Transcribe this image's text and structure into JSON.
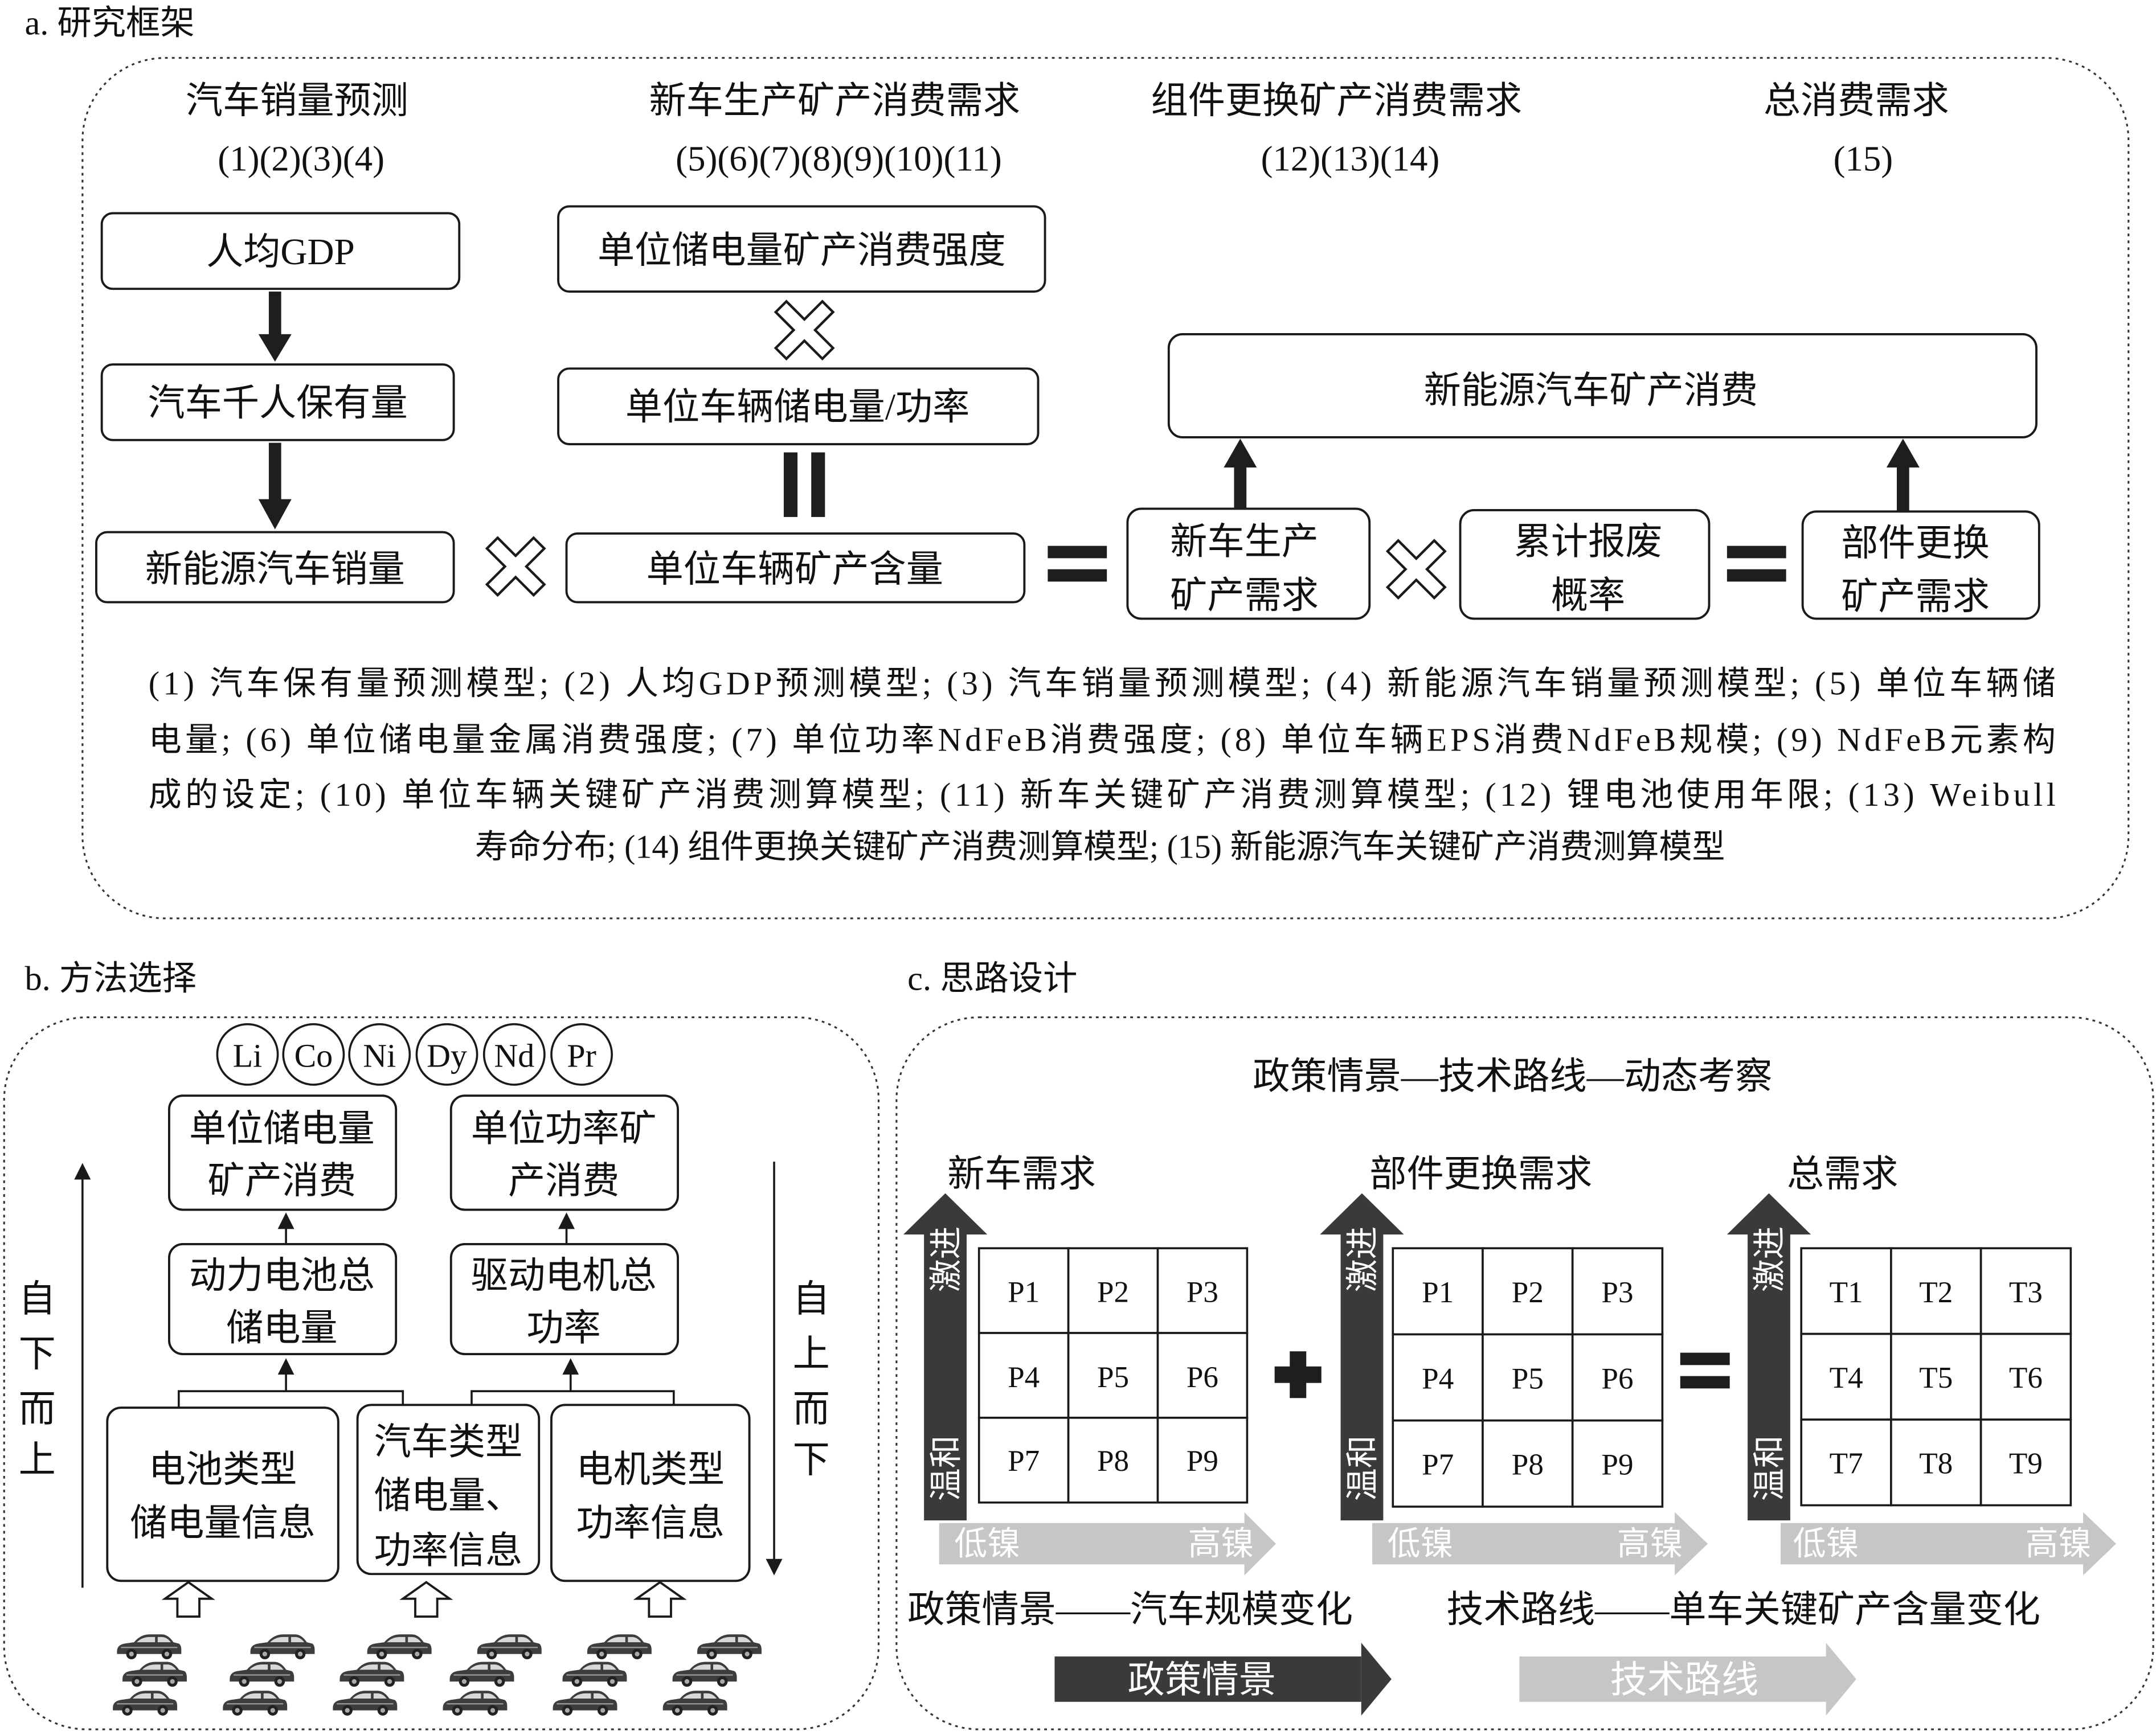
{
  "panel_a": {
    "title": "a. 研究框架",
    "columns": [
      {
        "heading": "汽车销量预测",
        "refs": "(1)(2)(3)(4)"
      },
      {
        "heading": "新车生产矿产消费需求",
        "refs": "(5)(6)(7)(8)(9)(10)(11)"
      },
      {
        "heading": "组件更换矿产消费需求",
        "refs": "(12)(13)(14)"
      },
      {
        "heading": "总消费需求",
        "refs": "(15)"
      }
    ],
    "boxes": {
      "gdp": "人均GDP",
      "car_ownership": "汽车千人保有量",
      "nev_sales": "新能源汽车销量",
      "intensity": "单位储电量矿产消费强度",
      "capacity_power": "单位车辆储电量/功率",
      "vehicle_content": "单位车辆矿产含量",
      "new_car_demand": [
        "新车生产",
        "矿产需求"
      ],
      "scrap_probability": [
        "累计报废",
        "概率"
      ],
      "replacement_demand": [
        "部件更换",
        "矿产需求"
      ],
      "nev_consumption": "新能源汽车矿产消费"
    },
    "notes": [
      "(1) 汽车保有量预测模型; (2) 人均GDP预测模型; (3) 汽车销量预测模型; (4) 新能源汽车销量预测模型; (5) 单位车辆储",
      "电量; (6) 单位储电量金属消费强度; (7) 单位功率NdFeB消费强度; (8) 单位车辆EPS消费NdFeB规模; (9) NdFeB元素构",
      "成的设定; (10) 单位车辆关键矿产消费测算模型; (11) 新车关键矿产消费测算模型; (12) 锂电池使用年限; (13) Weibull",
      "寿命分布; (14) 组件更换关键矿产消费测算模型; (15) 新能源汽车关键矿产消费测算模型"
    ]
  },
  "panel_b": {
    "title": "b. 方法选择",
    "elements": [
      "Li",
      "Co",
      "Ni",
      "Dy",
      "Nd",
      "Pr"
    ],
    "battery_mineral": [
      "单位储电量",
      "矿产消费"
    ],
    "power_mineral": [
      "单位功率矿",
      "产消费"
    ],
    "battery_capacity": [
      "动力电池总",
      "储电量"
    ],
    "motor_power": [
      "驱动电机总",
      "功率"
    ],
    "battery_info": [
      "电池类型",
      "储电量信息"
    ],
    "vehicle_info": [
      "汽车类型",
      "储电量、",
      "功率信息"
    ],
    "motor_info": [
      "电机类型",
      "功率信息"
    ],
    "bottom_up": [
      "自",
      "下",
      "而",
      "上"
    ],
    "top_down": [
      "自",
      "上",
      "而",
      "下"
    ],
    "vehicle_icon": "car-icon"
  },
  "panel_c": {
    "title": "c. 思路设计",
    "heading": "政策情景—技术路线—动态考察",
    "matrices": [
      {
        "label": "新车需求",
        "cells": [
          "P1",
          "P2",
          "P3",
          "P4",
          "P5",
          "P6",
          "P7",
          "P8",
          "P9"
        ]
      },
      {
        "label": "部件更换需求",
        "cells": [
          "P1",
          "P2",
          "P3",
          "P4",
          "P5",
          "P6",
          "P7",
          "P8",
          "P9"
        ]
      },
      {
        "label": "总需求",
        "cells": [
          "T1",
          "T2",
          "T3",
          "T4",
          "T5",
          "T6",
          "T7",
          "T8",
          "T9"
        ]
      }
    ],
    "axis_y": {
      "high": "激进",
      "low": "温和"
    },
    "axis_x": {
      "low": "低镍",
      "high": "高镍"
    },
    "policy_caption": "政策情景——汽车规模变化",
    "tech_caption": "技术路线——单车关键矿产含量变化",
    "policy_arrow": "政策情景",
    "tech_arrow": "技术路线"
  },
  "colors": {
    "dark_arrow": "#3a3a3a",
    "light_arrow": "#c6c6c6"
  }
}
